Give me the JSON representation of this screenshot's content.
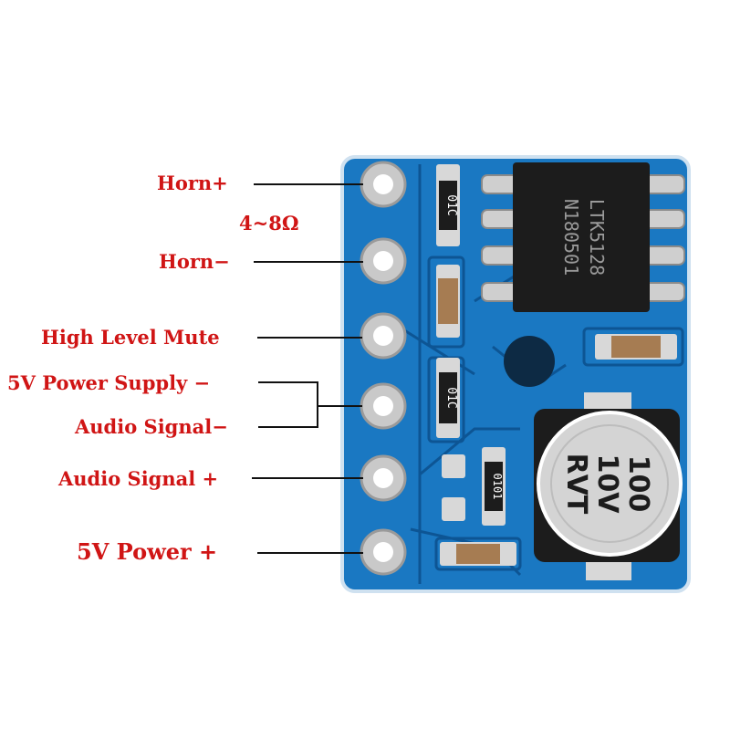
{
  "labels": {
    "horn_plus": "Horn+",
    "impedance": "4~8Ω",
    "horn_minus": "Horn−",
    "high_level_mute": "High Level Mute",
    "power_supply_minus": "5V Power Supply −",
    "audio_signal_minus": "Audio Signal−",
    "audio_signal_plus": "Audio Signal +",
    "power_plus": "5V Power +"
  },
  "board": {
    "chip_line1": "LTK5128",
    "chip_line2": "N180501",
    "resistor_marking_top": "01C",
    "resistor_marking_mid": "01C",
    "resistor_marking_right": "0101",
    "capacitor_line1": "100",
    "capacitor_line2": "10V",
    "capacitor_line3": "RVT"
  },
  "colors": {
    "label": "#d01515",
    "pcb": "#1a78c2",
    "pcb_dark": "#0d5594",
    "pad": "#c9c9c9",
    "chip": "#1c1c1c"
  }
}
